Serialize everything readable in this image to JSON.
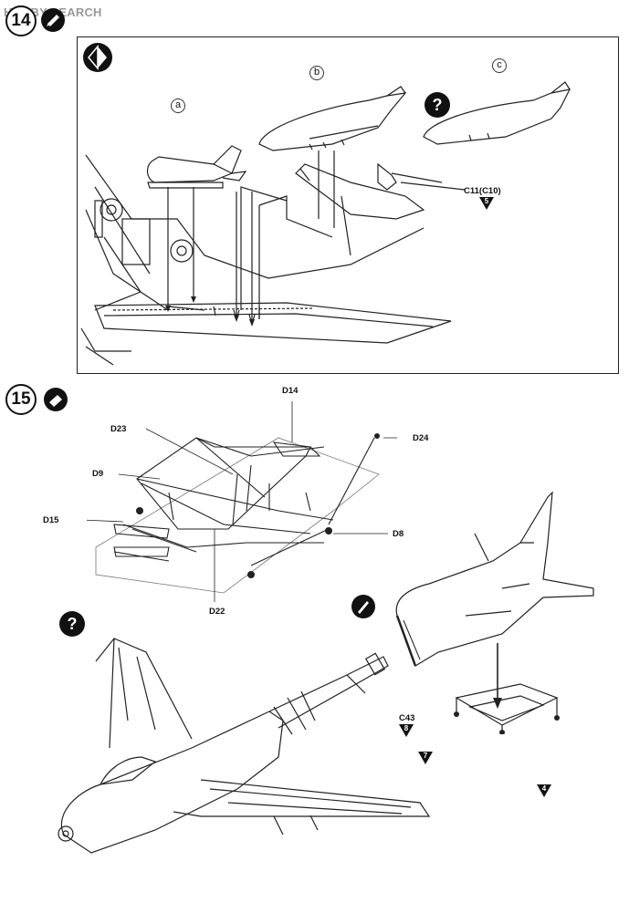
{
  "watermark": {
    "text": "HOBBY SEARCH"
  },
  "step14": {
    "number": "14",
    "labels": {
      "a": "a",
      "b": "b",
      "c": "c"
    },
    "part_ref": "C11(C10)",
    "part_ref_count": "5"
  },
  "step15": {
    "number": "15",
    "parts": {
      "d14": "D14",
      "d23": "D23",
      "d9": "D9",
      "d15": "D15",
      "d24": "D24",
      "d8": "D8",
      "d22": "D22",
      "c43": "C43"
    },
    "counts": {
      "c43": "8",
      "left": "7",
      "right": "4"
    }
  }
}
